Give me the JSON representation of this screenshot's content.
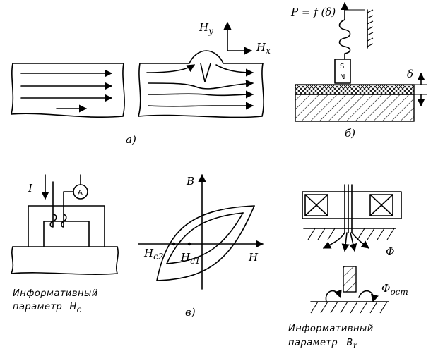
{
  "panel_a": {
    "axis_y": "H",
    "axis_y_sub": "y",
    "axis_x": "H",
    "axis_x_sub": "x",
    "label": "a)"
  },
  "panel_b": {
    "force_formula": "P = f (δ)",
    "magnet_s": "S",
    "magnet_n": "N",
    "gap": "δ",
    "label": "б)"
  },
  "panel_c": {
    "current": "I",
    "ammeter": "A",
    "caption_line1": "Информативный",
    "caption_line2": "параметр",
    "caption_param": "H",
    "caption_param_sub": "c"
  },
  "panel_d": {
    "axis_b": "B",
    "axis_h": "H",
    "hc2": "H",
    "hc2_sub": "c2",
    "hc1": "H",
    "hc1_sub": "c1",
    "label": "в)"
  },
  "panel_e": {
    "flux": "Ф",
    "flux_residual": "Ф",
    "flux_residual_sub": "ост",
    "caption_line1": "Информативный",
    "caption_line2": "параметр",
    "caption_param": "B",
    "caption_param_sub": "r"
  }
}
